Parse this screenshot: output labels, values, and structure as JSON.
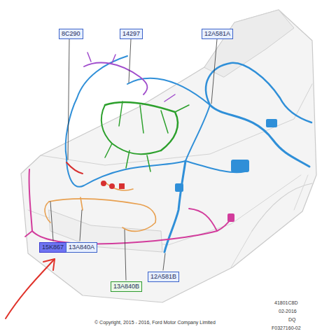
{
  "diagram": {
    "nodes": [
      {
        "text": [
          "8C290"
        ]
      },
      {
        "text": [
          "14297"
        ]
      },
      {
        "text": [
          "12A581A"
        ]
      },
      {
        "text": [
          "15K867"
        ]
      },
      {
        "text": [
          "13A840A"
        ]
      },
      {
        "text": [
          "13A840B"
        ]
      },
      {
        "text": [
          "12A581B"
        ]
      }
    ],
    "labels": [
      "41801C8D",
      "02-2016",
      "DQ",
      "F0327160-02",
      "© Copyright, 2015 - 2016, Ford Motor Company Limited"
    ]
  }
}
